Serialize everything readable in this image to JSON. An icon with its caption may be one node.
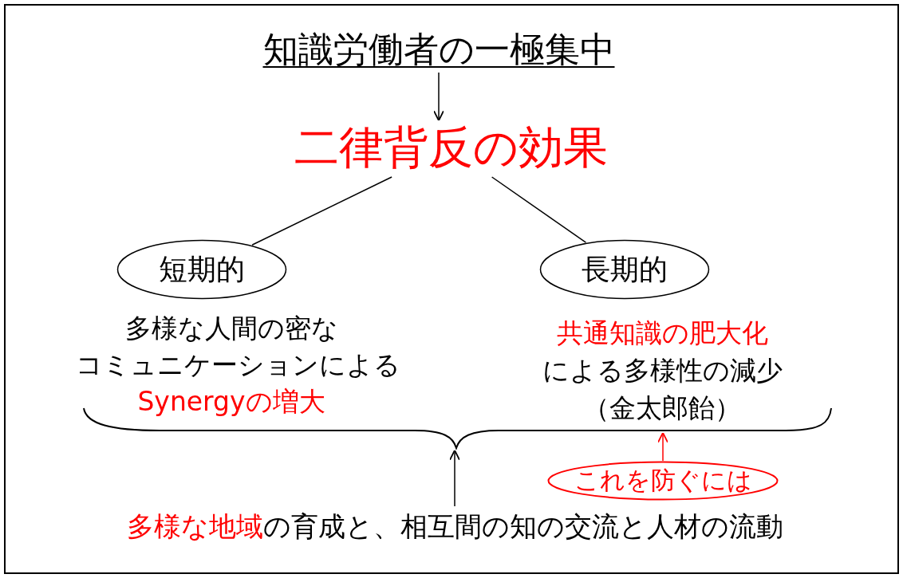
{
  "diagram": {
    "nodes": [
      {
        "text": [
          "知識労働者の一極集中"
        ]
      },
      {
        "text": [
          "二律背反の効果"
        ]
      },
      {
        "text": [
          "短期的"
        ],
        "beside": [
          "多様な人間の密な",
          "コミュニケーションによる",
          "Synergyの増大"
        ]
      },
      {
        "text": [
          "長期的"
        ],
        "beside": [
          "共通知識の肥大化",
          "による多様性の減少",
          "（金太郎飴）"
        ]
      },
      {
        "text": [
          "これを防ぐには"
        ]
      },
      {
        "text": [
          "多様な地域",
          "の育成と、相互間の知の交流と人材の流動"
        ]
      },
      {
        "text": [],
        "shape": "brace"
      }
    ],
    "edges": [
      {
        "from": 0,
        "to": 1,
        "arrow": "to"
      },
      {
        "from": 1,
        "to": 2,
        "arrow": "none"
      },
      {
        "from": 1,
        "to": 3,
        "arrow": "none"
      },
      {
        "from": 4,
        "to": 6,
        "arrow": "to",
        "color": "#ff0000"
      },
      {
        "from": 5,
        "to": 6,
        "arrow": "to"
      }
    ]
  }
}
